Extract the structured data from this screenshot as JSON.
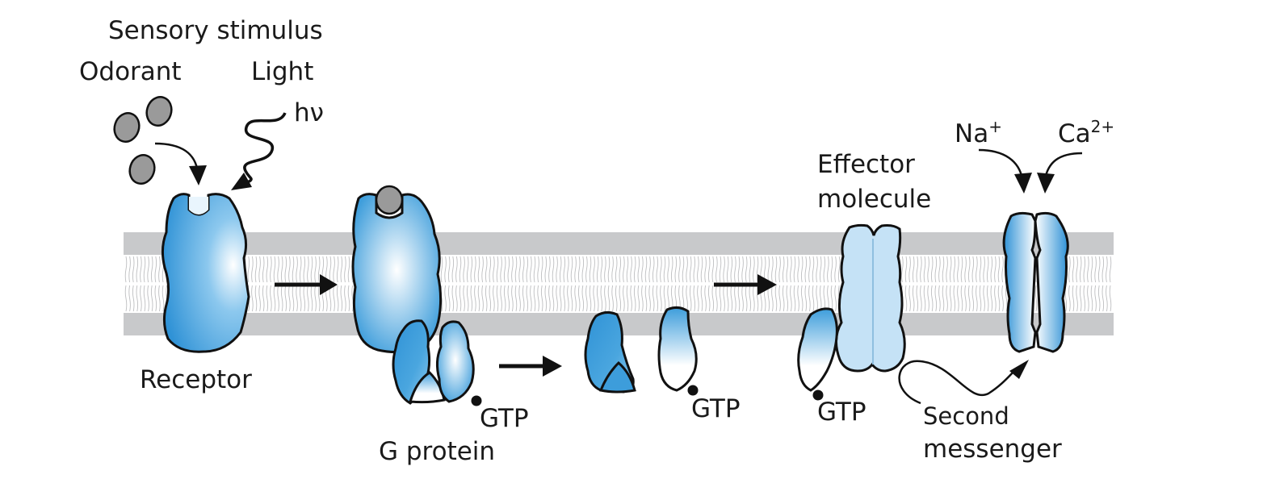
{
  "labels": {
    "sensory_stimulus": "Sensory stimulus",
    "odorant": "Odorant",
    "light": "Light",
    "hv": "hν",
    "receptor": "Receptor",
    "g_protein": "G protein",
    "gtp_1": "GTP",
    "gtp_2": "GTP",
    "gtp_3": "GTP",
    "effector": "Effector",
    "molecule": "molecule",
    "na_base": "Na",
    "na_sup": "+",
    "ca_base": "Ca",
    "ca_sup": "2+",
    "second": "Second",
    "messenger": "messenger"
  },
  "colors": {
    "membrane_band": "#c8c9cb",
    "lipid_tail": "#bdbec0",
    "protein_dark": "#2f92d6",
    "protein_light": "#ffffff",
    "effector_fill": "#c5e2f6",
    "odorant_gray": "#9a9a9a",
    "outline": "#111111"
  }
}
